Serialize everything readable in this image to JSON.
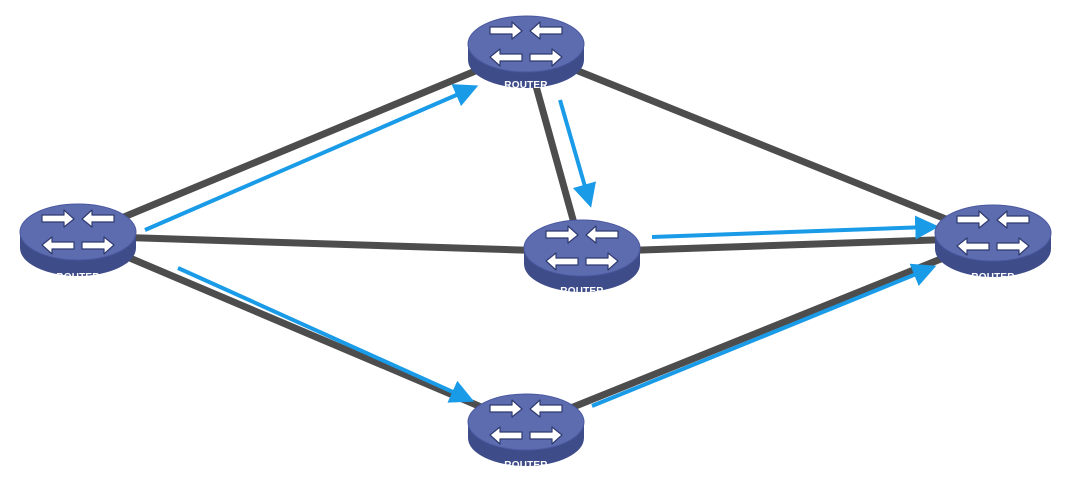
{
  "diagram": {
    "colors": {
      "link": "#4d4d4d",
      "path_arrow": "#1a9be8",
      "router_top": "#5c6cae",
      "router_side": "#3f4c8a",
      "router_edge": "#2f3a70",
      "router_label": "#ffffff",
      "background": "#ffffff"
    },
    "routers": [
      {
        "id": "left",
        "label": "ROUTER"
      },
      {
        "id": "top",
        "label": "ROUTER"
      },
      {
        "id": "center",
        "label": "ROUTER"
      },
      {
        "id": "right",
        "label": "ROUTER"
      },
      {
        "id": "bottom",
        "label": "ROUTER"
      }
    ],
    "links": [
      {
        "from": "left",
        "to": "top"
      },
      {
        "from": "left",
        "to": "center"
      },
      {
        "from": "left",
        "to": "bottom"
      },
      {
        "from": "top",
        "to": "center"
      },
      {
        "from": "top",
        "to": "right"
      },
      {
        "from": "center",
        "to": "right"
      },
      {
        "from": "bottom",
        "to": "right"
      }
    ],
    "path_arrows": [
      {
        "from": "left",
        "to": "top"
      },
      {
        "from": "top",
        "to": "center"
      },
      {
        "from": "center",
        "to": "right"
      },
      {
        "from": "left",
        "to": "bottom"
      },
      {
        "from": "bottom",
        "to": "right"
      }
    ]
  }
}
